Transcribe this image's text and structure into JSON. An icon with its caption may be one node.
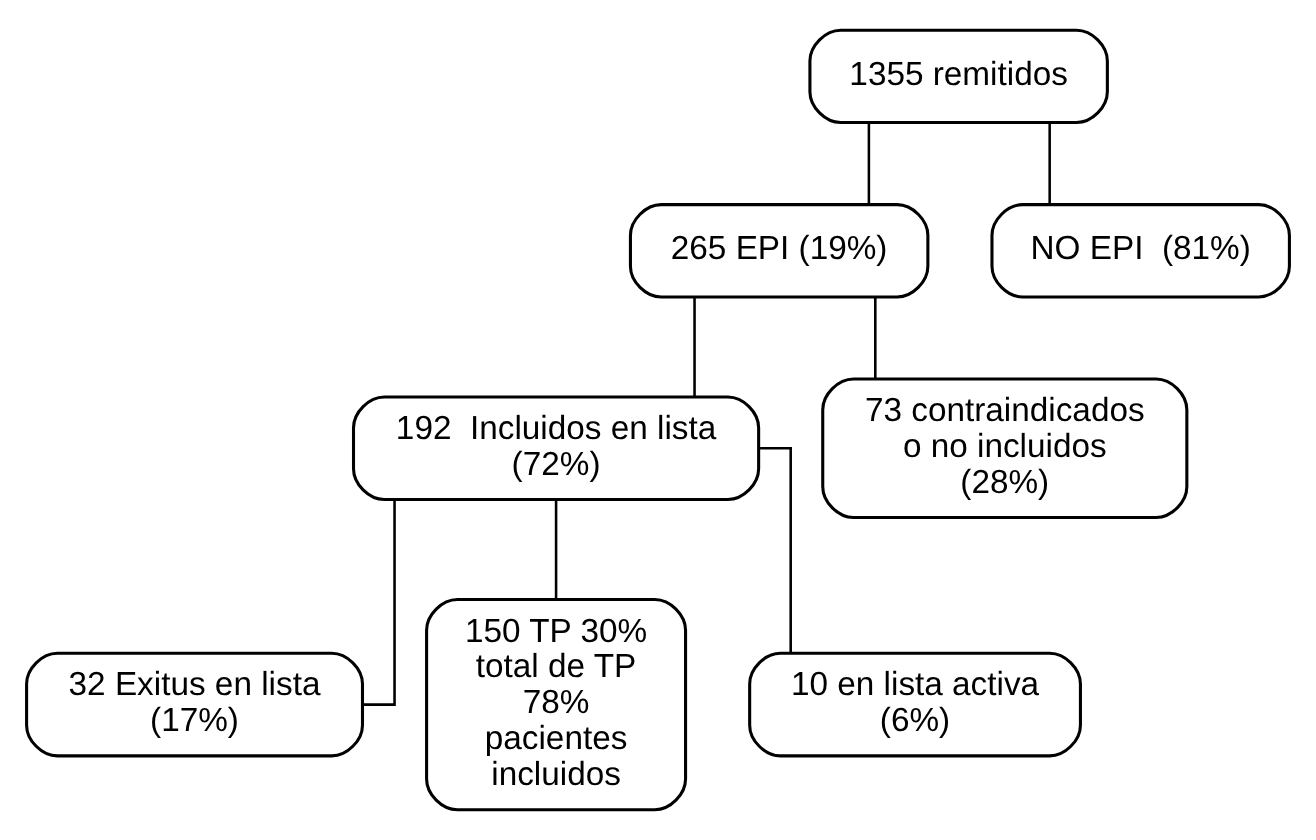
{
  "diagram": {
    "nodes": [
      {
        "text": [
          "1355 remitidos"
        ]
      },
      {
        "text": [
          "265 EPI (19%)"
        ]
      },
      {
        "text": [
          "NO EPI  (81%)"
        ]
      },
      {
        "text": [
          "192  Incluidos en lista (72%)"
        ]
      },
      {
        "text": [
          "73 contraindicados o no incluidos (28%)"
        ]
      },
      {
        "text": [
          "32 Exitus en lista (17%)"
        ]
      },
      {
        "text": [
          "150 TP 30% total de TP 78% pacientes incluidos"
        ]
      },
      {
        "text": [
          "10 en lista activa (6%)"
        ]
      }
    ],
    "edges": [
      {
        "from": 0,
        "to": 1,
        "arrow": "none"
      },
      {
        "from": 0,
        "to": 2,
        "arrow": "none"
      },
      {
        "from": 1,
        "to": 3,
        "arrow": "none"
      },
      {
        "from": 1,
        "to": 4,
        "arrow": "none"
      },
      {
        "from": 3,
        "to": 5,
        "arrow": "none"
      },
      {
        "from": 3,
        "to": 6,
        "arrow": "none"
      },
      {
        "from": 3,
        "to": 7,
        "arrow": "none"
      }
    ]
  }
}
